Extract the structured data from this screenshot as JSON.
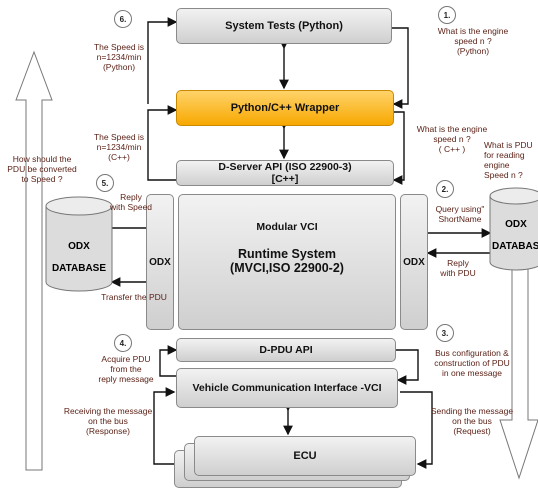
{
  "colors": {
    "wrapper": "#f7a800",
    "box": "#dcdcdc",
    "note_text": "#5a1f14"
  },
  "boxes": {
    "system_tests": "System Tests (Python)",
    "wrapper": "Python/C++ Wrapper",
    "dserver_line1": "D-Server API (ISO 22900-3)",
    "dserver_line2": "[C++]",
    "modular_vci": "Modular VCI",
    "runtime_line1": "Runtime System",
    "runtime_line2": "(MVCI,ISO 22900-2)",
    "odx_left": "ODX",
    "odx_right": "ODX",
    "dpdu": "D-PDU API",
    "vci": "Vehicle Communication Interface -VCI",
    "ecu": "ECU"
  },
  "databases": {
    "left_line1": "ODX",
    "left_line2": "DATABASE",
    "right_line1": "ODX",
    "right_line2": "DATABASE"
  },
  "steps": [
    "1.",
    "2.",
    "3.",
    "4.",
    "5.",
    "6."
  ],
  "notes": {
    "step1": "What is the engine\nspeed n ?\n(Python)",
    "speed_python": "The Speed is\nn=1234/min\n(Python)",
    "speed_cpp": "The Speed is\nn=1234/min\n(C++)",
    "engine_cpp": "What is the engine\nspeed n ?\n( C++ )",
    "pdu_question": "What is PDU\nfor reading\nengine\nSpeed n ?",
    "convert_question": "How should the\nPDU be converted\nto Speed ?",
    "reply_speed": "Reply\nwith Speed",
    "query_shortname": "Query using\"\nShortName",
    "reply_pdu": "Reply\nwith PDU",
    "transfer_pdu": "Transfer the PDU",
    "acquire_pdu": "Acquire PDU\nfrom the\nreply message",
    "bus_config": "Bus configuration &\nconstruction of PDU\nin one message",
    "receiving": "Receiving the message\non the bus\n(Response)",
    "sending": "Sending the message\non the bus\n(Request)"
  }
}
